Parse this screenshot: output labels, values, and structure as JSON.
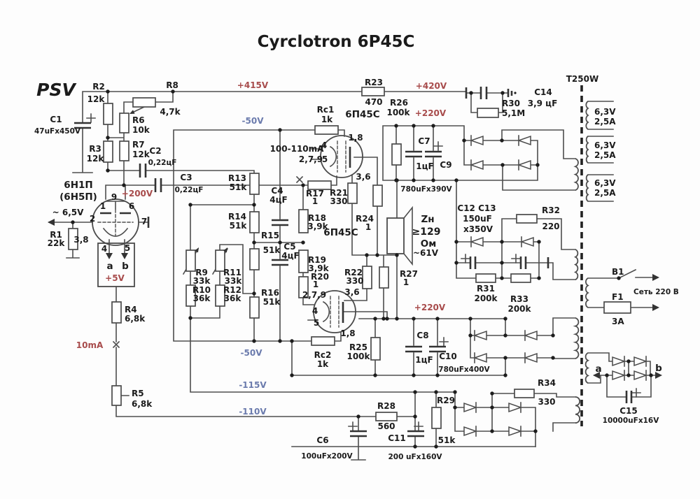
{
  "title": "Cyrclotron 6P45C",
  "corner": "PSV",
  "voltages": {
    "v415": "+415V",
    "v420": "+420V",
    "v220": "+220V",
    "v200": "+200V",
    "v5": "+5V",
    "v65": "~ 6,5V",
    "m50": "-50V",
    "m115": "-115V",
    "m110": "-110V",
    "i10": "10mA",
    "i100": "100-110mA"
  },
  "resistors": {
    "r1": {
      "n": "R1",
      "v": "22k"
    },
    "r2": {
      "n": "R2",
      "v": "12k"
    },
    "r3": {
      "n": "R3",
      "v": "12k"
    },
    "r4": {
      "n": "R4",
      "v": "6,8k"
    },
    "r5": {
      "n": "R5",
      "v": "6,8k"
    },
    "r6": {
      "n": "R6",
      "v": "10k"
    },
    "r7": {
      "n": "R7",
      "v": "12k"
    },
    "r8": {
      "n": "R8",
      "v": "4,7k"
    },
    "r9": {
      "n": "R9",
      "v": "33k"
    },
    "r10": {
      "n": "R10",
      "v": "36k"
    },
    "r11": {
      "n": "R11",
      "v": "33k"
    },
    "r12": {
      "n": "R12",
      "v": "36k"
    },
    "r13": {
      "n": "R13",
      "v": "51k"
    },
    "r14": {
      "n": "R14",
      "v": "51k"
    },
    "r15": {
      "n": "R15",
      "v": "51k"
    },
    "r16": {
      "n": "R16",
      "v": "51k"
    },
    "r17": {
      "n": "R17",
      "v": "1"
    },
    "r18": {
      "n": "R18",
      "v": "3,9k"
    },
    "r19": {
      "n": "R19",
      "v": "3,9k"
    },
    "r20": {
      "n": "R20",
      "v": "1"
    },
    "r21": {
      "n": "R21",
      "v": "330"
    },
    "r22": {
      "n": "R22",
      "v": "330"
    },
    "r23": {
      "n": "R23",
      "v": "470"
    },
    "r24": {
      "n": "R24",
      "v": "1"
    },
    "r25": {
      "n": "R25",
      "v": "100k"
    },
    "r26": {
      "n": "R26",
      "v": "100k"
    },
    "r27": {
      "n": "R27",
      "v": "1"
    },
    "r28": {
      "n": "R28",
      "v": "560"
    },
    "r29": {
      "n": "R29",
      "v": "51k"
    },
    "r30": {
      "n": "R30",
      "v": "5,1M"
    },
    "r31": {
      "n": "R31",
      "v": "200k"
    },
    "r32": {
      "n": "R32",
      "v": "220"
    },
    "r33": {
      "n": "R33",
      "v": "200k"
    },
    "r34": {
      "n": "R34",
      "v": "330"
    },
    "rc1": {
      "n": "Rc1",
      "v": "1k"
    },
    "rc2": {
      "n": "Rc2",
      "v": "1k"
    }
  },
  "capacitors": {
    "c1": {
      "n": "C1",
      "v": "47uFx450V"
    },
    "c2": {
      "n": "C2",
      "v": "0,22цF"
    },
    "c3": {
      "n": "C3",
      "v": "0,22цF"
    },
    "c4": {
      "n": "C4",
      "v": "4цF"
    },
    "c5": {
      "n": "C5",
      "v": "4цF"
    },
    "c6": {
      "n": "C6",
      "v": "100uFx200V"
    },
    "c7": {
      "n": "C7",
      "v": "1цF"
    },
    "c8": {
      "n": "C8",
      "v": "1цF"
    },
    "c9": {
      "n": "C9",
      "v": "780uFx390V"
    },
    "c10": {
      "n": "C10",
      "v": "780uFx400V"
    },
    "c11": {
      "n": "C11",
      "v": "200 uFx160V"
    },
    "c12_13": {
      "n": "C12 C13",
      "v1": "150uF",
      "v2": "x350V"
    },
    "c14": {
      "n": "C14",
      "v": "3,9 цF"
    },
    "c15": {
      "n": "C15",
      "v": "10000uFx16V"
    }
  },
  "tubes": {
    "t1": "6Н1П",
    "t1alt": "(6Н5П)",
    "t2": "6П45С"
  },
  "pins": {
    "p1": "1",
    "p2": "2",
    "p4": "4",
    "p5": "5",
    "p6": "6",
    "p7": "7",
    "p9": "9",
    "p38": "3,8",
    "p18": "1,8",
    "p279": "2,7,9",
    "p36": "3,6",
    "pa": "a",
    "pb": "b"
  },
  "speaker": {
    "l1": "Zн",
    "l2": "≥129",
    "l3": "Ом",
    "l4": "~61V"
  },
  "transformer": {
    "name": "T250W",
    "hv": "6,3V",
    "ha": "2,5A"
  },
  "mains": {
    "b1": "B1",
    "f1": "F1",
    "fuse": "3A",
    "net": "Сеть 220 В"
  }
}
